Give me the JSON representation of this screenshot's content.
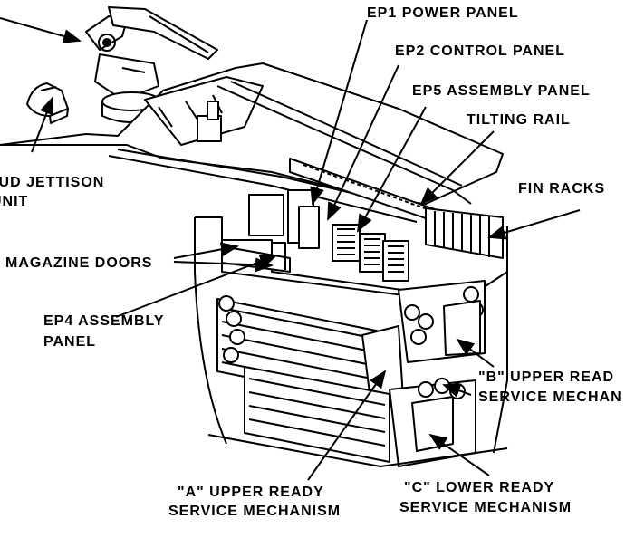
{
  "labels": {
    "ep1": "EP1 POWER PANEL",
    "ep2": "EP2 CONTROL PANEL",
    "ep5": "EP5 ASSEMBLY PANEL",
    "tilting_rail": "TILTING RAIL",
    "fin_racks": "FIN RACKS",
    "dud_jettison_1": "DUD JETTISON",
    "dud_jettison_2": "UNIT",
    "magazine_doors": "MAGAZINE DOORS",
    "ep4_1": "EP4 ASSEMBLY",
    "ep4_2": "PANEL",
    "b_upper_1": "\"B\" UPPER READ",
    "b_upper_2": "SERVICE MECHAN",
    "a_upper_1": "\"A\" UPPER READY",
    "a_upper_2": "SERVICE MECHANISM",
    "c_lower_1": "\"C\" LOWER READY",
    "c_lower_2": "SERVICE MECHANISM"
  },
  "colors": {
    "ink": "#000000",
    "paper": "#ffffff"
  }
}
